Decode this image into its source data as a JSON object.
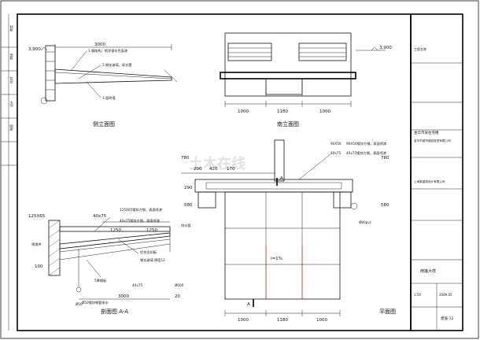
{
  "views": {
    "side_elevation": {
      "title": "侧立面图",
      "dims": [
        "3000",
        "3,900"
      ],
      "notes": [
        "1.钢结构，喷涂银灰色面漆",
        "2.钢化玻璃，采光罩",
        "3.面砖墙"
      ]
    },
    "front_elevation": {
      "title": "南立面图",
      "dims": [
        "1000",
        "1180",
        "1000",
        "3,900"
      ]
    },
    "section": {
      "title": "剖面图 A-A",
      "dims": [
        "125X65",
        "40x75",
        "1250",
        "1250",
        "100",
        "3000",
        "20",
        "40x75"
      ],
      "labels": [
        "预埋件",
        "排水管",
        "Ø600",
        "Ø50"
      ],
      "notes": [
        "125X65镀锌方钢，表面喷漆",
        "40x75镀锌方钢，表面喷漆",
        "铝合金扣板",
        "钢化玻璃 厚度12",
        "5厚钢板",
        "Ø50镀锌钢管排水"
      ]
    },
    "plan": {
      "title": "平面图",
      "dims": [
        "90X50",
        "40x75",
        "780",
        "200",
        "420",
        "170",
        "290",
        "580",
        "1000",
        "1180",
        "1000",
        "780",
        "580"
      ],
      "labels": [
        "Ø80pvc",
        "i=1%",
        "A",
        "A"
      ],
      "notes": [
        "90X50镀锌方钢，表面喷漆",
        "40x75镀锌方钢，表面喷漆"
      ]
    }
  },
  "watermark": "土木在线",
  "title_block": {
    "project_label": "工程名称",
    "project": "金华市某住宅楼",
    "owner": "金华市城市建设投资有限公司",
    "designer": "上海某建筑设计有限公司",
    "drawing_name": "雨篷大样",
    "drawing_no": "建施-12",
    "scale": "1:50",
    "date": "2009.05"
  },
  "left_stamps": [
    "审定",
    "审核",
    "校对",
    "设计",
    "制图"
  ]
}
